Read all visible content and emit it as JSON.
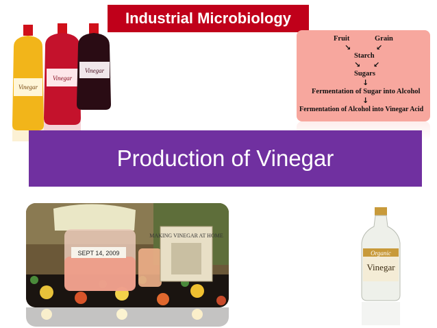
{
  "header": {
    "title": "Industrial Microbiology"
  },
  "slide": {
    "title": "Production of Vinegar"
  },
  "flowchart": {
    "fruit": "Fruit",
    "grain": "Grain",
    "starch": "Starch",
    "sugars": "Sugars",
    "step1": "Fermentation of Sugar into Alcohol",
    "step2": "Fermentation of Alcohol into Vinegar Acid"
  },
  "bottles_label": "Vinegar",
  "jar": {
    "date_label": "SEPT 14, 2009",
    "book_title": "MAKING VINEGAR AT HOME"
  },
  "product": {
    "brand": "Organic",
    "name": "Vinegar"
  },
  "colors": {
    "header_red": "#c0001a",
    "title_purple": "#7030a0",
    "flow_pink": "#f7a79e"
  }
}
